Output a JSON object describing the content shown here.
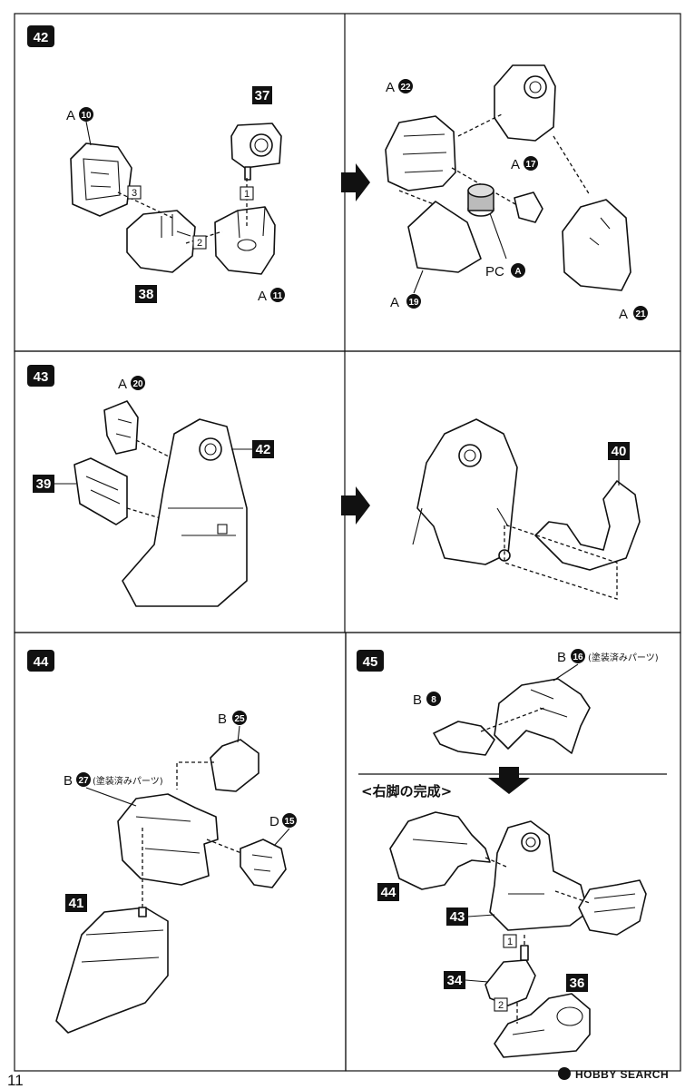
{
  "page_number": "11",
  "watermark": "HOBBY SEARCH",
  "steps": {
    "s42": {
      "number": "42",
      "left": {
        "labels": {
          "a10_letter": "A",
          "a10_num": "10",
          "p37": "37",
          "p38": "38",
          "a11_letter": "A",
          "a11_num": "11"
        },
        "sequence": [
          "1",
          "2",
          "3"
        ]
      },
      "right": {
        "labels": {
          "a22_letter": "A",
          "a22_num": "22",
          "a17_letter": "A",
          "a17_num": "17",
          "pc_letter": "PC",
          "pc_num": "A",
          "a19_letter": "A",
          "a19_num": "19",
          "a21_letter": "A",
          "a21_num": "21"
        }
      }
    },
    "s43": {
      "number": "43",
      "labels": {
        "a20_letter": "A",
        "a20_num": "20",
        "p39": "39",
        "p42": "42",
        "p40": "40"
      }
    },
    "s44": {
      "number": "44",
      "labels": {
        "b25_letter": "B",
        "b25_num": "25",
        "b27_letter": "B",
        "b27_num": "27",
        "b27_note": "(塗装済みパーツ)",
        "d15_letter": "D",
        "d15_num": "15",
        "p41": "41"
      }
    },
    "s45": {
      "number": "45",
      "labels": {
        "b8_letter": "B",
        "b8_num": "8",
        "b16_letter": "B",
        "b16_num": "16",
        "b16_note": "(塗装済みパーツ)"
      },
      "completion_title": "<右脚の完成>",
      "completion_labels": {
        "p44": "44",
        "p43": "43",
        "p34": "34",
        "p36": "36"
      },
      "sequence": [
        "1",
        "2"
      ]
    }
  }
}
